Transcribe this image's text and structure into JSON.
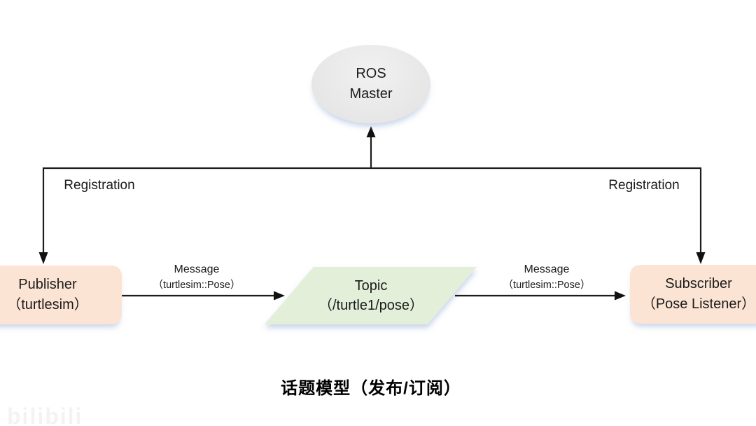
{
  "diagram": {
    "nodes": {
      "ros_master": {
        "line1": "ROS",
        "line2": "Master"
      },
      "publisher": {
        "line1": "Publisher",
        "line2": "（turtlesim）"
      },
      "topic": {
        "line1": "Topic",
        "line2": "（/turtle1/pose）"
      },
      "subscriber": {
        "line1": "Subscriber",
        "line2": "（Pose Listener）"
      }
    },
    "labels": {
      "registration_left": "Registration",
      "registration_right": "Registration",
      "message_left": {
        "line1": "Message",
        "line2": "（turtlesim::Pose）"
      },
      "message_right": {
        "line1": "Message",
        "line2": "（turtlesim::Pose）"
      }
    },
    "caption": "话题模型（发布/订阅）",
    "watermark": "bilibili",
    "colors": {
      "publisher_fill": "#fce4d4",
      "subscriber_fill": "#fce4d4",
      "topic_fill": "#e4efda",
      "master_fill": "#e8e7e7",
      "line": "#1c1c1c",
      "shadow": "#92aad6",
      "background": "#ffffff"
    }
  }
}
